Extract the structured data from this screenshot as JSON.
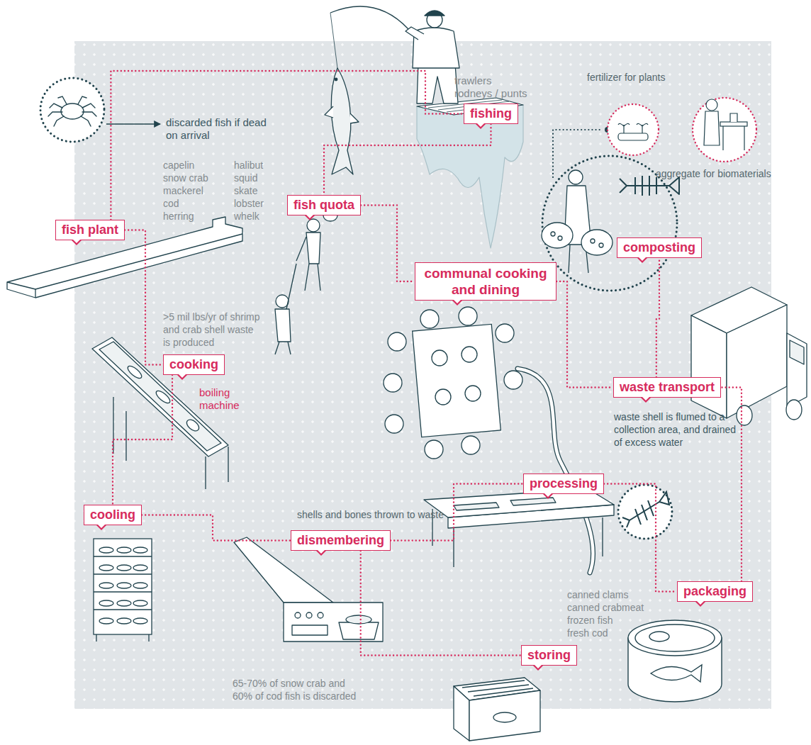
{
  "diagram": {
    "nodes": [
      {
        "text": [
          "fishing",
          "trawlers rodneys / punts"
        ]
      },
      {
        "text": [
          "fish quota"
        ]
      },
      {
        "text": [
          "fish plant"
        ]
      },
      {
        "text": [
          "composting"
        ]
      },
      {
        "text": [
          "communal cooking and dining"
        ]
      },
      {
        "text": [
          "cooking",
          "boiling machine"
        ]
      },
      {
        "text": [
          "waste transport",
          "waste shell is flumed to a collection area, and drained of excess water"
        ]
      },
      {
        "text": [
          "processing"
        ]
      },
      {
        "text": [
          "cooling"
        ]
      },
      {
        "text": [
          "dismembering",
          "shells and bones thrown to waste"
        ]
      },
      {
        "text": [
          "packaging"
        ]
      },
      {
        "text": [
          "storing"
        ]
      }
    ],
    "edges": [
      {
        "from": 2,
        "to": 0,
        "arrow": "none"
      },
      {
        "from": 0,
        "to": 1,
        "arrow": "none"
      },
      {
        "from": 1,
        "to": 4,
        "arrow": "none"
      },
      {
        "from": 2,
        "to": 5,
        "arrow": "none"
      },
      {
        "from": 5,
        "to": 8,
        "arrow": "none"
      },
      {
        "from": 8,
        "to": 9,
        "arrow": "none"
      },
      {
        "from": 9,
        "to": 7,
        "arrow": "none"
      },
      {
        "from": 9,
        "to": 11,
        "arrow": "none"
      },
      {
        "from": 7,
        "to": 10,
        "arrow": "none"
      },
      {
        "from": 10,
        "to": 6,
        "arrow": "none"
      },
      {
        "from": 6,
        "to": 3,
        "arrow": "none"
      },
      {
        "from": 4,
        "to": 6,
        "arrow": "none"
      }
    ],
    "labels": [
      "discarded fish if dead on arrival",
      "capelin",
      "snow crab",
      "mackerel",
      "cod",
      "herring",
      "halibut",
      "squid",
      "skate",
      "lobster",
      "whelk",
      ">5 mil lbs/yr of shrimp and crab shell waste is produced",
      "fertilizer for plants",
      "aggregate for biomaterials",
      "65-70% of snow crab and 60% of cod fish is discarded",
      "canned clams",
      "canned crabmeat",
      "frozen fish",
      "fresh cod"
    ]
  }
}
